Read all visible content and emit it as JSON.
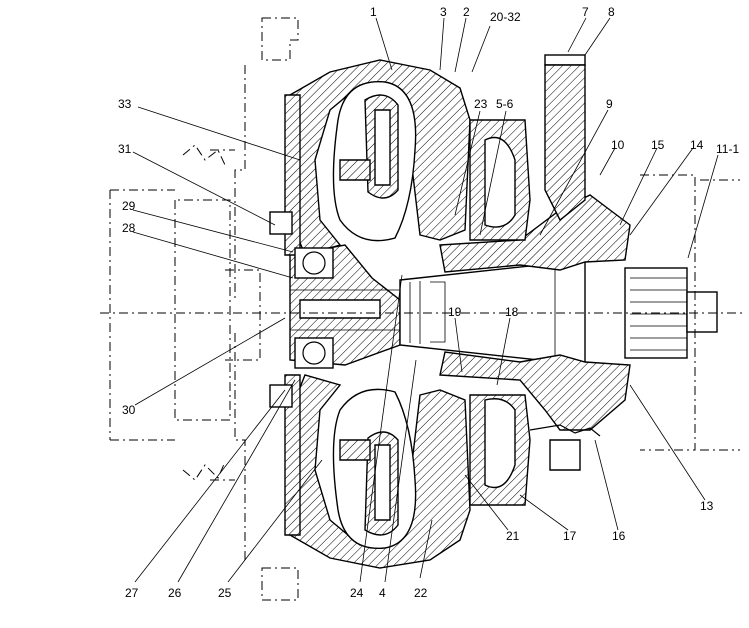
{
  "drawing": {
    "callouts": {
      "c1": "1",
      "c3": "3",
      "c2": "2",
      "c20_32": "20-32",
      "c7": "7",
      "c8": "8",
      "c33": "33",
      "c23": "23",
      "c5_6": "5-6",
      "c9": "9",
      "c10": "10",
      "c15": "15",
      "c14": "14",
      "c11_1": "11-1",
      "c31": "31",
      "c29": "29",
      "c28": "28",
      "c19": "19",
      "c18": "18",
      "c30": "30",
      "c13": "13",
      "c21": "21",
      "c17": "17",
      "c16": "16",
      "c27": "27",
      "c26": "26",
      "c25": "25",
      "c24": "24",
      "c4": "4",
      "c22": "22"
    }
  }
}
